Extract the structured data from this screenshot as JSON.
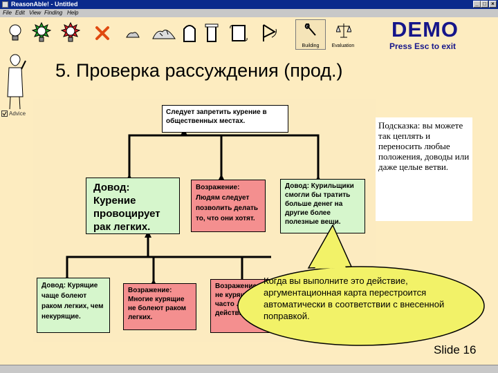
{
  "window": {
    "title": "ReasonAble! - Untitled"
  },
  "menu": [
    "File",
    "Edit",
    "View",
    "Finding",
    "Help"
  ],
  "toolbar": {
    "building_label": "Building",
    "evaluation_label": "Evaluation"
  },
  "demo": {
    "title": "DEMO",
    "subtitle": "Press Esc to exit"
  },
  "slide": {
    "title": "5. Проверка рассуждения (прод.)",
    "number": "Slide 16"
  },
  "sidebar": {
    "advice_label": "Advice"
  },
  "map": {
    "claim": "Следует запретить курение в общественных местах.",
    "reason_main": "Довод: Курение провоцирует рак легких.",
    "objection_1": "Возражение: Людям следует позволить делать то, что они хотят.",
    "reason_2": "Довод: Курильщики смогли бы тратить больше денег на другие более полезные вещи.",
    "reason_sub": "Довод: Курящие чаще болеют раком легких, чем некурящие.",
    "objection_sub": "Возражение: Многие курящие не болеют раком легких.",
    "objection_partial": "Возражение: не курящие часто ... при действии ..."
  },
  "hint": "Подсказка: вы можете так цеплять и переносить любые положения, доводы или даже целые ветви.",
  "callout": "Когда вы выполните это действие, аргументационная карта перестроится автоматически в соответствии с внесенной поправкой.",
  "colors": {
    "background": "#fdecc0",
    "reason": "#d6f6cc",
    "objection": "#f48f8f",
    "demo": "#16168a",
    "bubble": "#f2f268"
  }
}
